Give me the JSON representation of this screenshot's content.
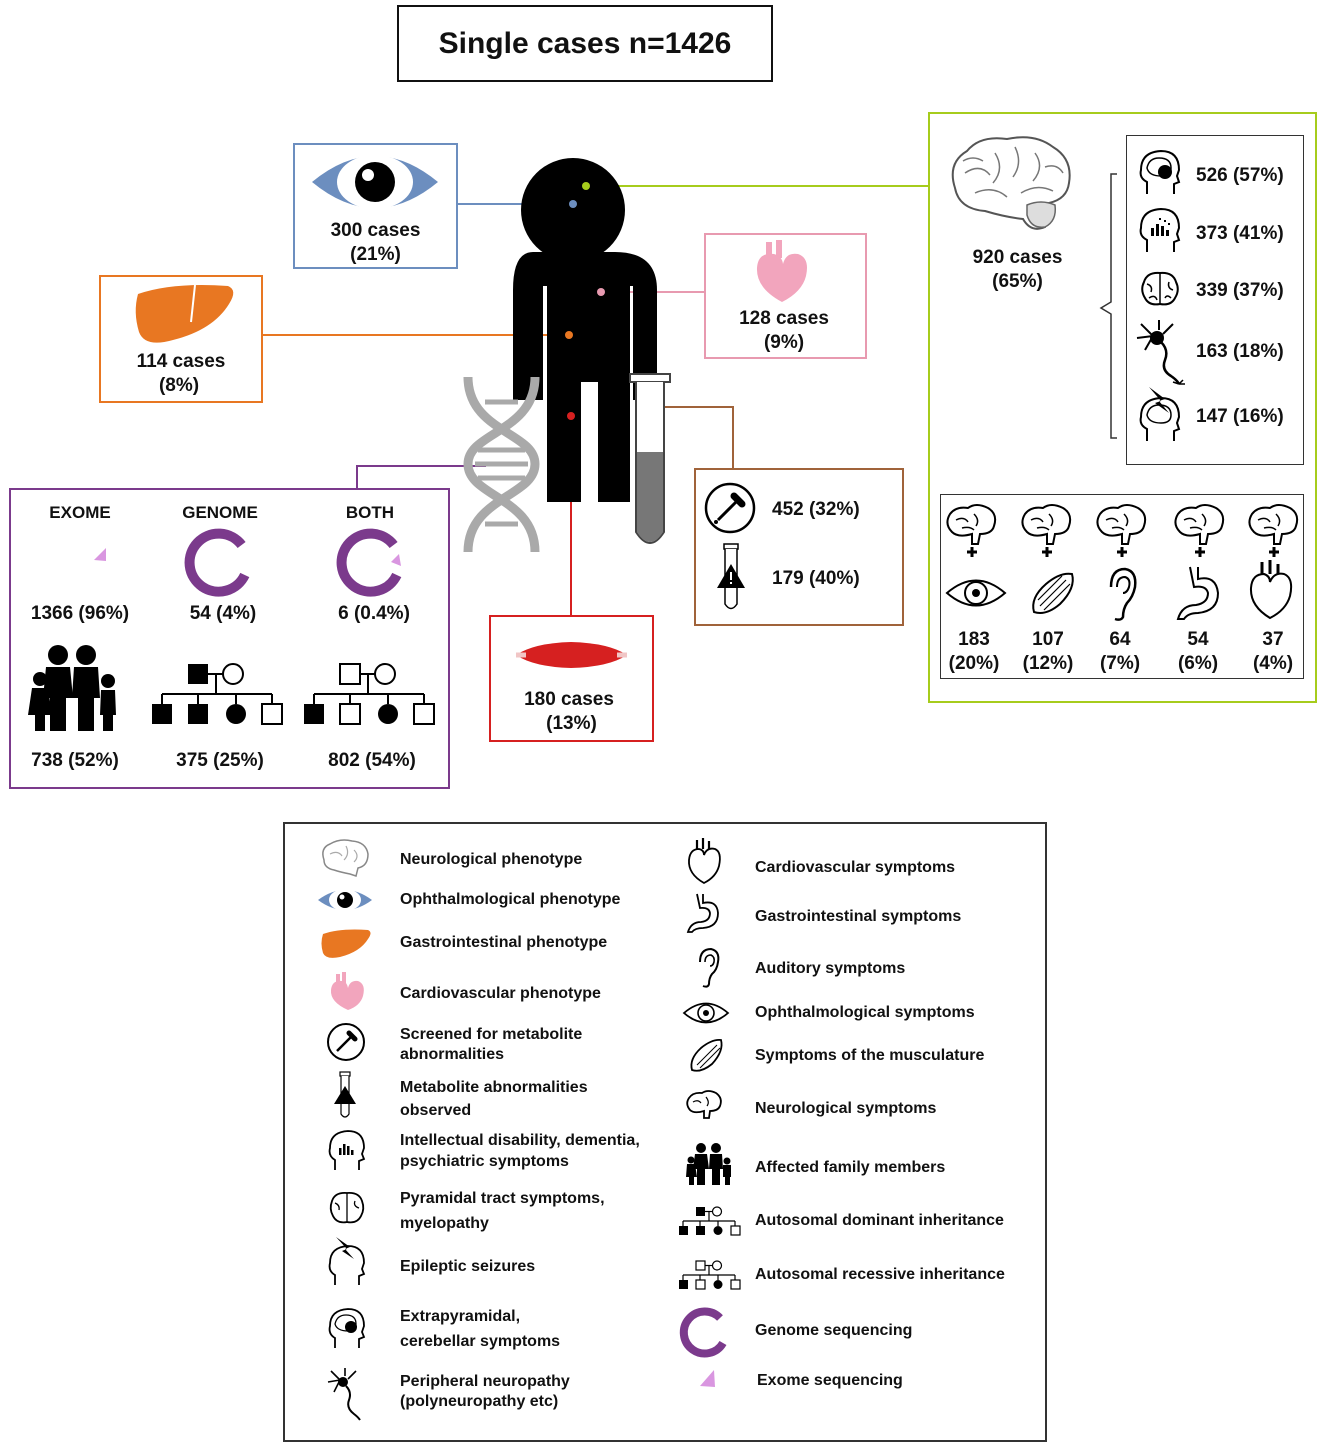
{
  "title": "Single cases n=1426",
  "eye": {
    "cases": "300 cases",
    "pct": "(21%)"
  },
  "liver": {
    "cases": "114 cases",
    "pct": "(8%)"
  },
  "heart": {
    "cases": "128 cases",
    "pct": "(9%)"
  },
  "muscle": {
    "cases": "180 cases",
    "pct": "(13%)"
  },
  "metabolite": {
    "screened": "452 (32%)",
    "observed": "179 (40%)"
  },
  "sequencing": {
    "headers": [
      "EXOME",
      "GENOME",
      "BOTH"
    ],
    "values": [
      "1366 (96%)",
      "54 (4%)",
      "6 (0.4%)"
    ],
    "family_values": [
      "738 (52%)",
      "375 (25%)",
      "802 (54%)"
    ]
  },
  "neuro": {
    "cases": "920 cases",
    "pct": "(65%)",
    "subtypes": [
      "526 (57%)",
      "373 (41%)",
      "339 (37%)",
      "163 (18%)",
      "147 (16%)"
    ],
    "combos": [
      {
        "n": "183",
        "pct": "(20%)"
      },
      {
        "n": "107",
        "pct": "(12%)"
      },
      {
        "n": "64",
        "pct": "(7%)"
      },
      {
        "n": "54",
        "pct": "(6%)"
      },
      {
        "n": "37",
        "pct": "(4%)"
      }
    ]
  },
  "legend": {
    "left": [
      [
        "Neurological phenotype"
      ],
      [
        "Ophthalmological phenotype"
      ],
      [
        "Gastrointestinal phenotype"
      ],
      [
        "Cardiovascular phenotype"
      ],
      [
        "Screened for metabolite",
        "abnormalities"
      ],
      [
        "Metabolite abnormalities",
        "observed"
      ],
      [
        "Intellectual disability, dementia,",
        "psychiatric symptoms"
      ],
      [
        "Pyramidal tract symptoms,",
        "myelopathy"
      ],
      [
        "Epileptic seizures"
      ],
      [
        "Extrapyramidal,",
        "cerebellar symptoms"
      ],
      [
        "Peripheral neuropathy",
        "(polyneuropathy etc)"
      ]
    ],
    "right": [
      "Cardiovascular symptoms",
      "Gastrointestinal symptoms",
      "Auditory symptoms",
      "Ophthalmological symptoms",
      "Symptoms of the musculature",
      "Neurological symptoms",
      "Affected family members",
      "Autosomal dominant inheritance",
      "Autosomal recessive inheritance",
      "Genome sequencing",
      "Exome sequencing"
    ]
  },
  "colors": {
    "eye": "#6c8ebf",
    "liver": "#e87722",
    "heart": "#e89ab0",
    "muscle": "#d62020",
    "metabolite": "#a0633a",
    "sequencing": "#7b3a8c",
    "neuro": "#a6cc1c"
  }
}
